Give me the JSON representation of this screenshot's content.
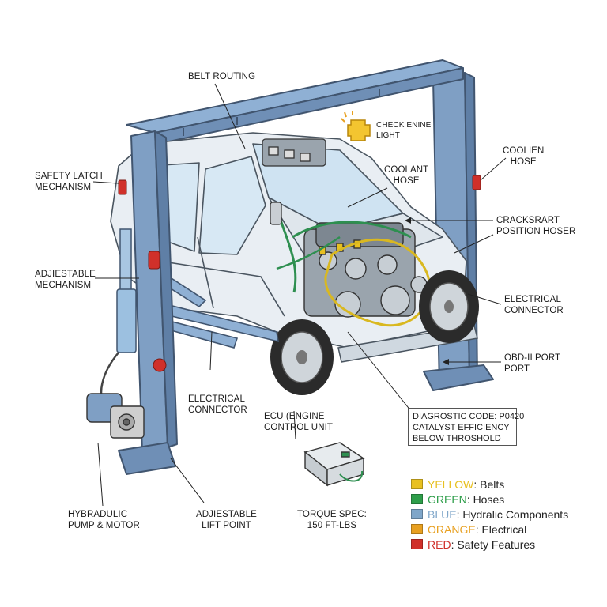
{
  "labels": {
    "belt_routing": "BELT ROUTING",
    "check_engine": [
      "CHECK ENINE",
      "LIGHT"
    ],
    "coolien_hose": [
      "COOLIEN",
      "HOSE"
    ],
    "coolant_hose": [
      "COOLANT",
      "HOSE"
    ],
    "safety_latch": [
      "SAFETY LATCH",
      "MECHANISM"
    ],
    "cracksrart": [
      "CRACKSRART",
      "POSITION HOSER"
    ],
    "adjiestable_mechanism": [
      "ADJIESTABLE",
      "MECHANISM"
    ],
    "electrical_connector_right": [
      "ELECTRICAL",
      "CONNECTOR"
    ],
    "obd_port": [
      "OBD-II PORT",
      "PORT"
    ],
    "electrical_connector_left": [
      "ELECTRICAL",
      "CONNECTOR"
    ],
    "ecu": [
      "ECU (ENGINE",
      "CONTROL UNIT"
    ],
    "hydraulic_pump": [
      "HYBRADULIC",
      "PUMP & MOTOR"
    ],
    "lift_point": [
      "ADJIESTABLE",
      "LIFT POINT"
    ],
    "torque_spec": [
      "TORQUE SPEC:",
      "150 FT-LBS"
    ]
  },
  "diagnostic_box": [
    "DIAGROSTIC CODE: P0420",
    "CATALYST EFFICIENCY",
    "BELOW THROSHOLD"
  ],
  "legend": [
    {
      "name": "YELLOW",
      "desc": ": Belts",
      "color": "#e8c020"
    },
    {
      "name": "GREEN",
      "desc": ":  Hoses",
      "color": "#2e9e4a"
    },
    {
      "name": "BLUE",
      "desc": ": Hydralic Components",
      "color": "#7fa6c9"
    },
    {
      "name": "ORANGE",
      "desc": ": Electrical",
      "color": "#e8a020"
    },
    {
      "name": "RED",
      "desc": ": Safety Features",
      "color": "#d0302a"
    }
  ],
  "colors": {
    "lift_blue": "#7f9fc4",
    "lift_dark": "#41556f",
    "car_body": "#e9eef3",
    "glass": "#cfe3f2",
    "belt": "#d9b820",
    "hose": "#2e8f50",
    "safety_red": "#d0302a"
  },
  "icons": [
    "check-engine-icon",
    "ecu-module-icon",
    "hydraulic-pump-icon",
    "wheel-icon"
  ]
}
